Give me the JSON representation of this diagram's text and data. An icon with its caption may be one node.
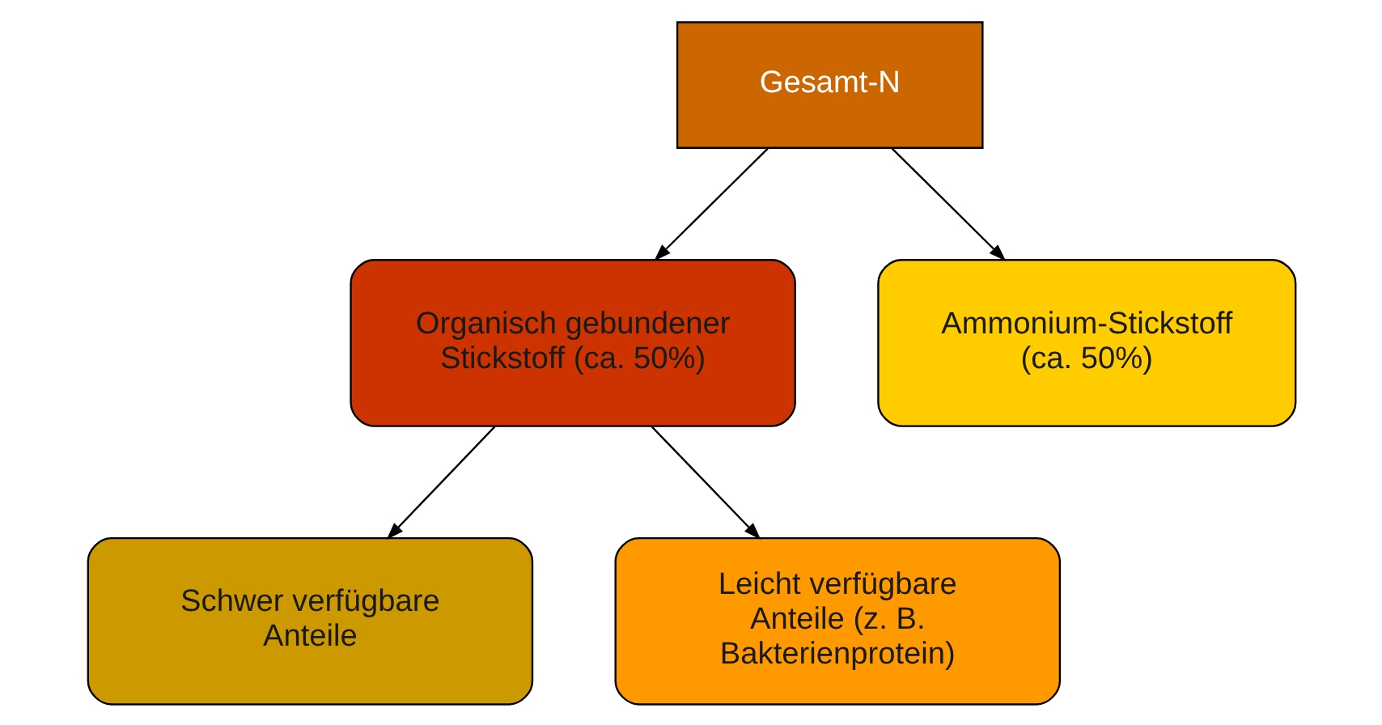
{
  "diagram": {
    "nodes": [
      {
        "text": [
          "Gesamt-N"
        ]
      },
      {
        "text": [
          "Organisch gebundener Stickstoff (ca. 50%)"
        ]
      },
      {
        "text": [
          "Ammonium-Stickstoff (ca. 50%)"
        ]
      },
      {
        "text": [
          "Schwer verfügbare Anteile"
        ]
      },
      {
        "text": [
          "Leicht verfügbare Anteile (z. B. Bakterienprotein)"
        ]
      }
    ],
    "edges": [
      {
        "from": 0,
        "to": 1,
        "arrow": "to"
      },
      {
        "from": 0,
        "to": 2,
        "arrow": "to"
      },
      {
        "from": 1,
        "to": 3,
        "arrow": "to"
      },
      {
        "from": 1,
        "to": 4,
        "arrow": "to"
      }
    ]
  }
}
